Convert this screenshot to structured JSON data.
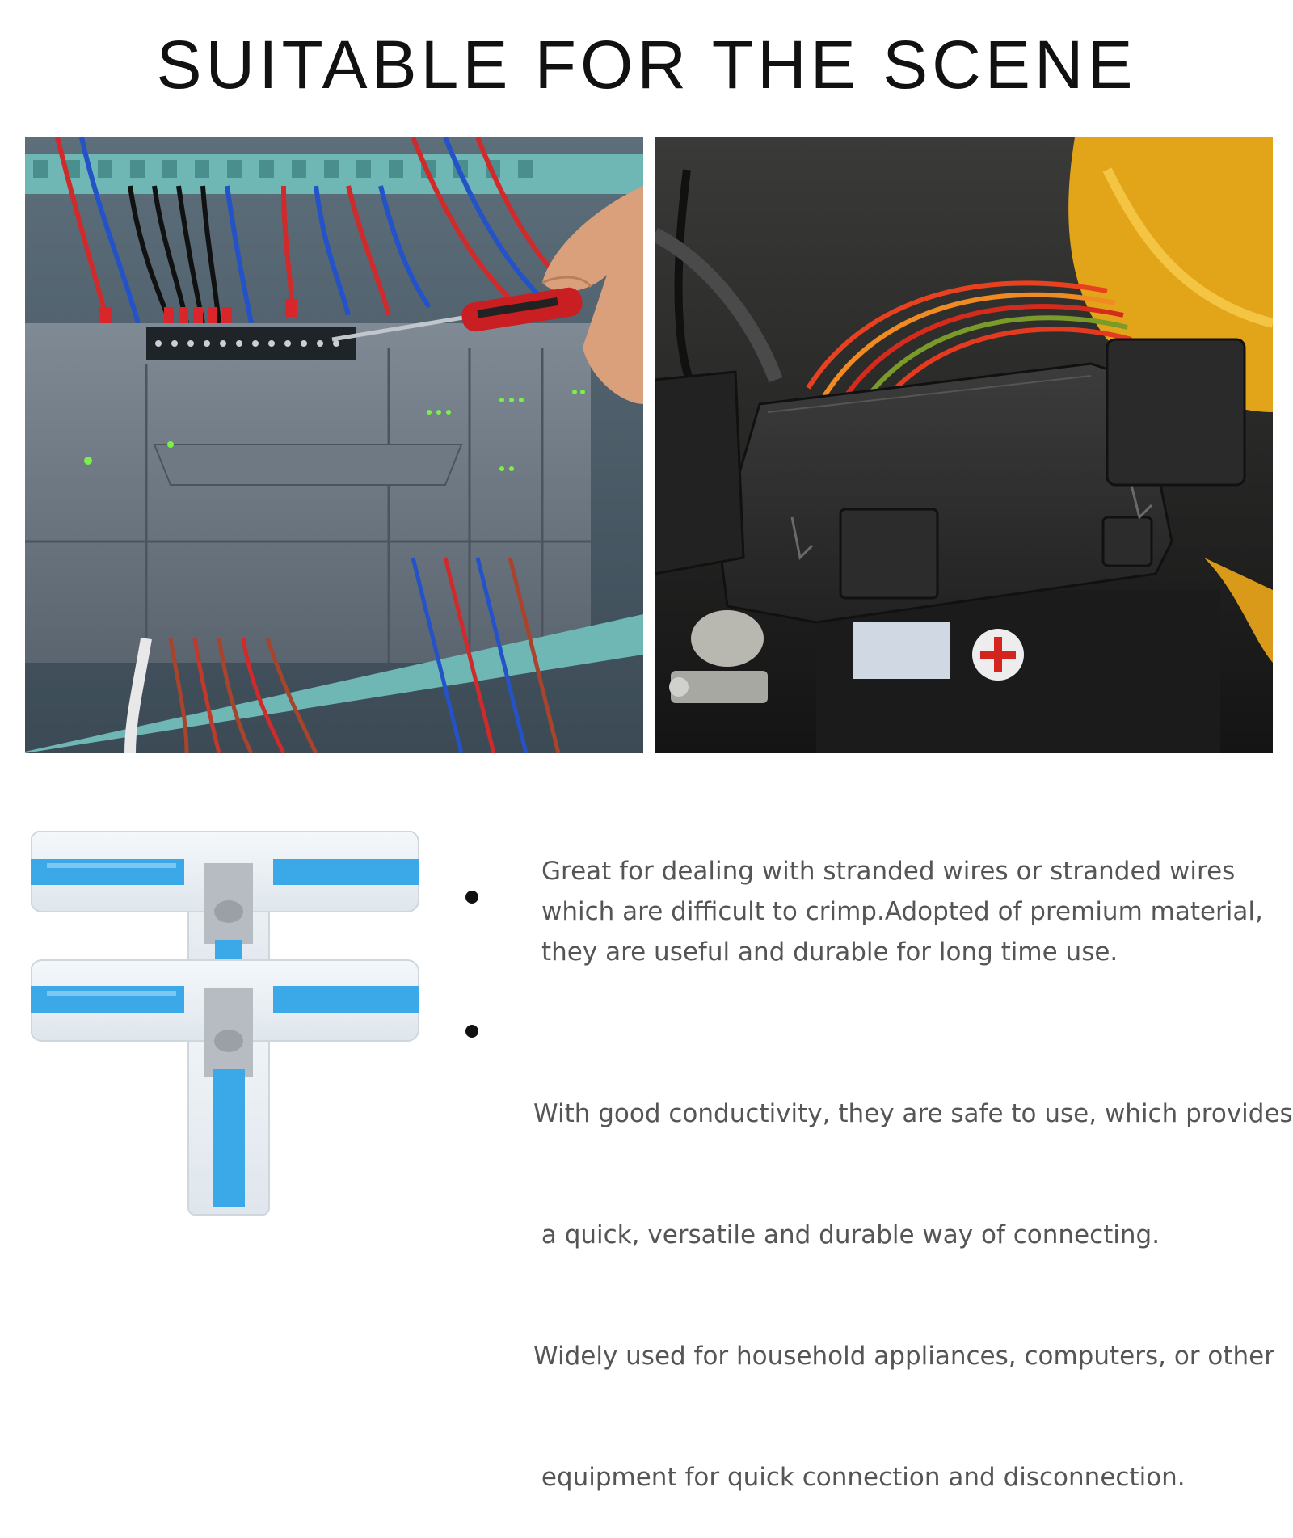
{
  "title": "SUITABLE FOR THE SCENE",
  "photos": {
    "left": {
      "icon": "electrical-control-cabinet-photo"
    },
    "right": {
      "icon": "car-battery-engine-bay-photo"
    }
  },
  "product": {
    "icon": "t-shaped-wire-connector-image"
  },
  "bullets": [
    {
      "lines": [
        "Great for dealing with stranded wires or stranded wires",
        "which are difficult to crimp.Adopted of premium material,",
        "they are useful and durable for long time use."
      ]
    },
    {
      "lines": [
        "With good conductivity, they are safe to use, which provides",
        " a quick, versatile and durable way of connecting.",
        "Widely used for household appliances, computers, or other",
        " equipment for quick connection and disconnection."
      ]
    }
  ],
  "colors": {
    "connector_blue": "#3ba9e8",
    "title": "#111111",
    "body_text": "#555555"
  }
}
